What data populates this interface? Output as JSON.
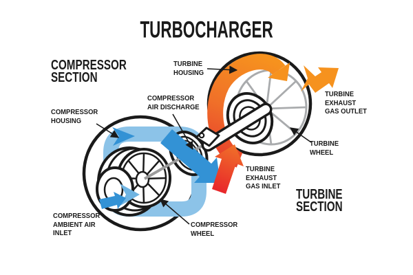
{
  "title": "TURBOCHARGER",
  "sections": {
    "compressor": "COMPRESSOR\nSECTION",
    "turbine": "TURBINE\nSECTION"
  },
  "labels": {
    "turbine_housing": "TURBINE\nHOUSING",
    "compressor_air_discharge": "COMPRESSOR\nAIR DISCHARGE",
    "compressor_housing": "COMPRESSOR\nHOUSING",
    "turbine_exhaust_gas_outlet": "TURBINE\nEXHAUST\nGAS OUTLET",
    "turbine_wheel": "TURBINE\nWHEEL",
    "turbine_exhaust_gas_inlet": "TURBINE\nEXHAUST\nGAS INLET",
    "compressor_ambient_air_inlet": "COMPRESSOR\nAMBIENT AIR\nINLET",
    "compressor_wheel": "COMPRESSOR\nWHEEL"
  },
  "colors": {
    "outline": "#1a1a1a",
    "flow_cold": "#3392d5",
    "flow_cold_light": "#8cc3e8",
    "flow_cold_mid": "#6fb4e2",
    "flow_hot": "#f6921e",
    "flow_hot_mid": "#f07029",
    "flow_hot_deep": "#e8432b",
    "exhaust_red": "#e8242b",
    "wheel_gray": "#a9abad",
    "shaft_gray": "#9b9b9b",
    "background": "#ffffff"
  }
}
